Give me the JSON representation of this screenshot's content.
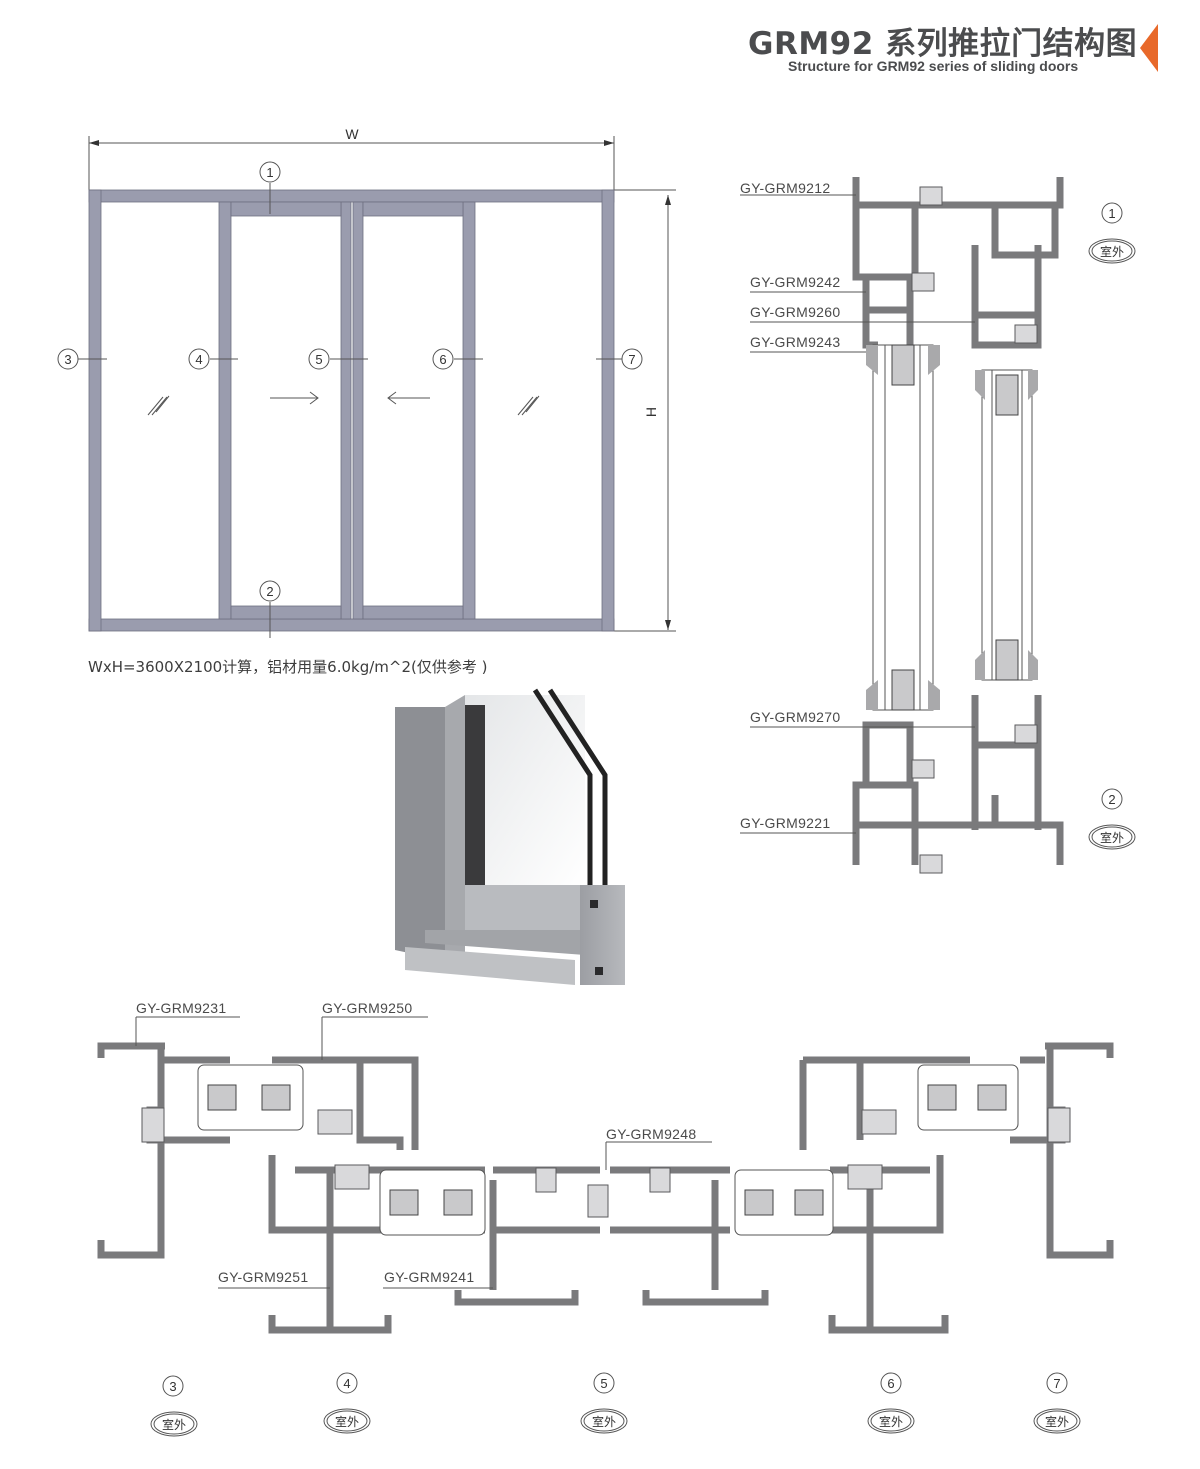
{
  "header": {
    "title": "GRM92 系列推拉门结构图",
    "subtitle": "Structure for GRM92 series of sliding doors",
    "accent_color": "#e8692a",
    "marker_icon": "orange-triangle-left-icon"
  },
  "elevation": {
    "width_label": "W",
    "height_label": "H",
    "markers": [
      "1",
      "2",
      "3",
      "4",
      "5",
      "6",
      "7"
    ],
    "frame_color": "#9a9cae",
    "note": "WxH=3600X2100计算，铝材用量6.0kg/m^2(仅供参考 )",
    "arrow_right_icon": "arrow-right-icon",
    "arrow_left_icon": "arrow-left-icon",
    "glass_icon": "glass-hatch-icon"
  },
  "vertical_section": {
    "labels": [
      "GY-GRM9212",
      "GY-GRM9242",
      "GY-GRM9260",
      "GY-GRM9243",
      "GY-GRM9270",
      "GY-GRM9221"
    ],
    "top_marker": "1",
    "bottom_marker": "2",
    "exterior_label": "室外"
  },
  "horizontal_section": {
    "labels": [
      "GY-GRM9231",
      "GY-GRM9250",
      "GY-GRM9248",
      "GY-GRM9251",
      "GY-GRM9241"
    ],
    "markers": [
      "3",
      "4",
      "5",
      "6",
      "7"
    ],
    "exterior_label": "室外"
  },
  "colors": {
    "profile_fill": "#8e8e90",
    "profile_stroke": "#5a5a5c",
    "insulation": "#d9d9db",
    "text": "#4a4a4a"
  }
}
